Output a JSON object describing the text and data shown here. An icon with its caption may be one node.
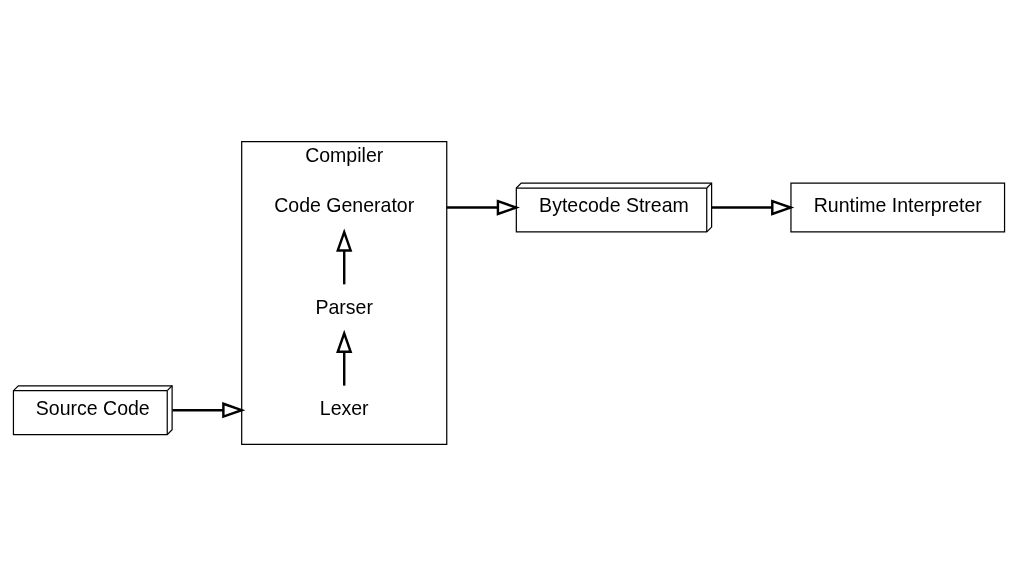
{
  "diagram": {
    "nodes": [
      {
        "text": [
          "Source Code"
        ]
      },
      {
        "text": [
          "Compiler"
        ]
      },
      {
        "text": [
          "Lexer"
        ],
        "in": 1
      },
      {
        "text": [
          "Parser"
        ],
        "in": 1
      },
      {
        "text": [
          "Code Generator"
        ],
        "in": 1
      },
      {
        "text": [
          "Bytecode Stream"
        ]
      },
      {
        "text": [
          "Runtime Interpreter"
        ]
      }
    ],
    "edges": [
      {
        "from": 0,
        "to": 1,
        "arrow": "to"
      },
      {
        "from": 2,
        "to": 3,
        "arrow": "to"
      },
      {
        "from": 3,
        "to": 4,
        "arrow": "to"
      },
      {
        "from": 1,
        "to": 5,
        "arrow": "to"
      },
      {
        "from": 5,
        "to": 6,
        "arrow": "to"
      }
    ]
  }
}
